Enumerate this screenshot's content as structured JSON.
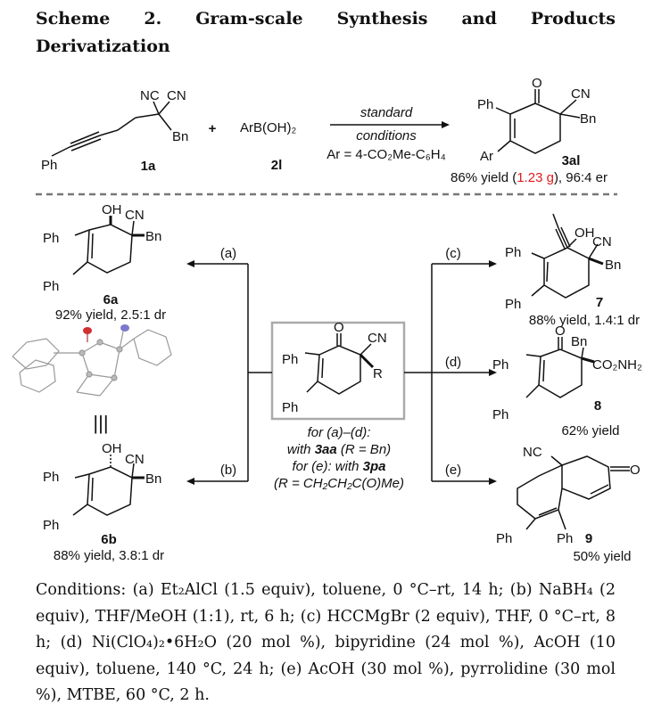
{
  "caption": {
    "title": "Scheme 2. Gram-scale Synthesis and Products Derivatization",
    "conditions_text": "Conditions: (a) Et₂AlCl (1.5 equiv), toluene, 0 °C–rt, 14 h; (b) NaBH₄ (2 equiv), THF/MeOH (1:1), rt, 6 h; (c) HCCMgBr (2 equiv), THF, 0 °C–rt, 8 h; (d) Ni(ClO₄)₂•6H₂O (20 mol %), bipyridine (24 mol %), AcOH (10 equiv), toluene, 140 °C, 24 h; (e) AcOH (30 mol %), pyrrolidine (30 mol %), MTBE, 60 °C, 2 h."
  },
  "top_reaction": {
    "reactant1_id": "1a",
    "reactant2_id": "2l",
    "product_id": "3al",
    "plus": "+",
    "arrow_above": "standard",
    "arrow_below": "conditions",
    "ar_def": "Ar = 4-CO₂Me-C₆H₄",
    "yield_pre": "86% yield (",
    "yield_mass": "1.23 g",
    "yield_post": "), 96:4 er"
  },
  "center": {
    "cond_ad": "for (a)–(d):",
    "with_pre": "with ",
    "with_cmpd": "3aa",
    "with_post": " (R = Bn)",
    "cond_e": "for (e): with ",
    "cond_e_cmpd": "3pa",
    "r_def": "(R = CH₂CH₂C(O)Me)"
  },
  "steps": {
    "a": "(a)",
    "b": "(b)",
    "c": "(c)",
    "d": "(d)",
    "e": "(e)"
  },
  "products": {
    "p6a": {
      "id": "6a",
      "result": "92% yield, 2.5:1 dr"
    },
    "p6b": {
      "id": "6b",
      "result": "88% yield, 3.8:1 dr"
    },
    "p7": {
      "id": "7",
      "result": "88% yield, 1.4:1 dr"
    },
    "p8": {
      "id": "8",
      "result": "62% yield"
    },
    "p9": {
      "id": "9",
      "result": "50% yield"
    }
  },
  "atoms": {
    "ph": "Ph",
    "cn": "CN",
    "nc": "NC",
    "bn": "Bn",
    "o": "O",
    "oh": "OH",
    "r": "R",
    "ar": "Ar",
    "boronic": "ArB(OH)₂",
    "amide": "CO₂NH₂"
  },
  "crystal_equals": "|||"
}
